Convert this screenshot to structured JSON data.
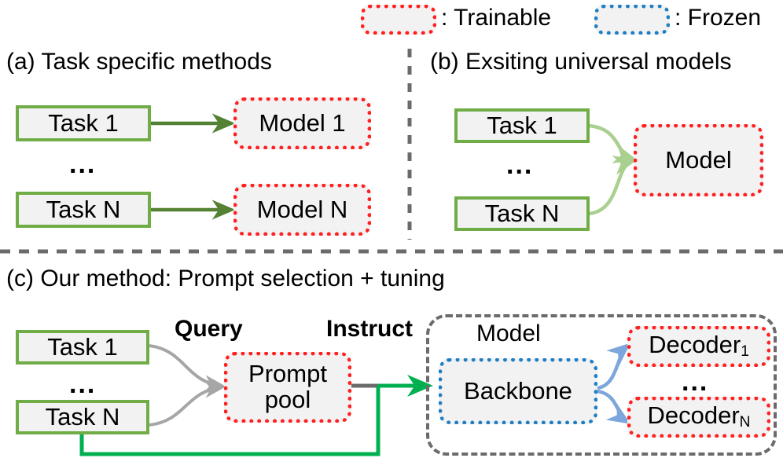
{
  "legend": {
    "trainable": {
      "label": ": Trainable",
      "swatch_name": "trainable-swatch",
      "color": "#FF2020"
    },
    "frozen": {
      "label": ": Frozen",
      "swatch_name": "frozen-swatch",
      "color": "#1F7FC4"
    }
  },
  "panels": {
    "a": {
      "title": "(a) Task specific methods",
      "tasks": [
        {
          "label": "Task 1"
        },
        {
          "label": "Task N"
        }
      ],
      "ellipsis": "...",
      "models": [
        {
          "label": "Model 1"
        },
        {
          "label": "Model N"
        }
      ]
    },
    "b": {
      "title": "(b) Exsiting universal models",
      "tasks": [
        {
          "label": "Task 1"
        },
        {
          "label": "Task N"
        }
      ],
      "ellipsis": "...",
      "model": {
        "label": "Model"
      }
    },
    "c": {
      "title": "(c) Our method: Prompt selection + tuning",
      "tasks": [
        {
          "label": "Task 1"
        },
        {
          "label": "Task N"
        }
      ],
      "ellipsis": "...",
      "query_label": "Query",
      "instruct_label": "Instruct",
      "prompt_pool": {
        "line1": "Prompt",
        "line2": "pool"
      },
      "model_group": {
        "caption": "Model"
      },
      "backbone": {
        "label": "Backbone"
      },
      "decoders": [
        {
          "name": "Decoder",
          "sub": "1"
        },
        {
          "name": "Decoder",
          "sub": "N"
        }
      ],
      "decoder_ellipsis": "..."
    }
  },
  "colors": {
    "task_border": "#70AD47",
    "node_fill": "#F2F2F2",
    "trainable": "#FF2020",
    "frozen": "#1F7FC4",
    "arrow_dark_green": "#548235",
    "arrow_light_green": "#A9D08E",
    "arrow_gray": "#A6A6A6",
    "arrow_blue": "#7CA6DC",
    "feedback_green": "#00B050",
    "divider_gray": "#6B6B6B"
  }
}
